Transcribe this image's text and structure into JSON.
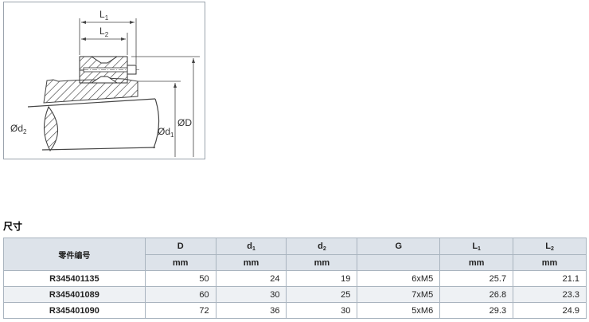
{
  "drawing": {
    "labels": {
      "L1": "L",
      "L1_sub": "1",
      "L2": "L",
      "L2_sub": "2",
      "d2": "Ød",
      "d2_sub": "2",
      "d1": "Ød",
      "d1_sub": "1",
      "D": "ØD"
    }
  },
  "section_title": "尺寸",
  "table": {
    "part_header": "零件编号",
    "columns": [
      {
        "symbol": "D",
        "sub": "",
        "unit": "mm"
      },
      {
        "symbol": "d",
        "sub": "1",
        "unit": "mm"
      },
      {
        "symbol": "d",
        "sub": "2",
        "unit": "mm"
      },
      {
        "symbol": "G",
        "sub": "",
        "unit": ""
      },
      {
        "symbol": "L",
        "sub": "1",
        "unit": "mm"
      },
      {
        "symbol": "L",
        "sub": "2",
        "unit": "mm"
      }
    ],
    "rows": [
      {
        "part": "R345401135",
        "values": [
          "50",
          "24",
          "19",
          "6xM5",
          "25.7",
          "21.1"
        ]
      },
      {
        "part": "R345401089",
        "values": [
          "60",
          "30",
          "25",
          "7xM5",
          "26.8",
          "23.3"
        ]
      },
      {
        "part": "R345401090",
        "values": [
          "72",
          "36",
          "30",
          "5xM6",
          "29.3",
          "24.9"
        ]
      }
    ]
  }
}
